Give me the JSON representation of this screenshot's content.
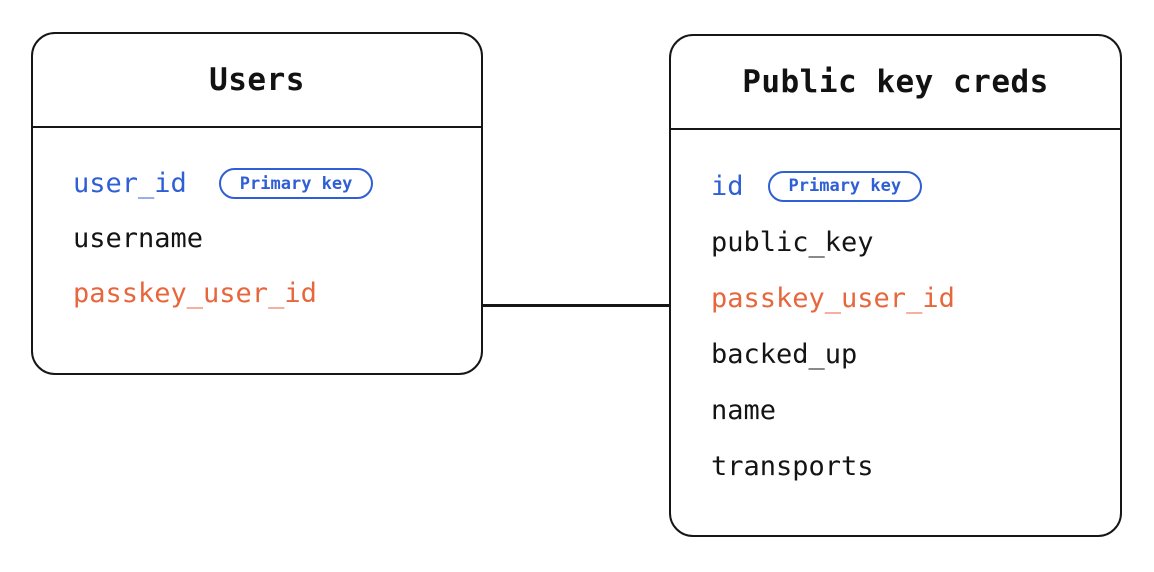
{
  "diagram": {
    "type": "entity-relationship-diagram",
    "background_color": "#ffffff",
    "colors": {
      "border": "#161616",
      "text": "#141414",
      "primary_key": "#2f5fd4",
      "foreign_key": "#e8663c"
    }
  },
  "entities": [
    {
      "id": "users",
      "title": "Users",
      "attributes": [
        {
          "name": "user_id",
          "badge": "Primary key",
          "role": "primary-key"
        },
        {
          "name": "username",
          "badge": null,
          "role": "plain"
        },
        {
          "name": "passkey_user_id",
          "badge": null,
          "role": "foreign-key"
        }
      ]
    },
    {
      "id": "public_key_creds",
      "title": "Public key creds",
      "attributes": [
        {
          "name": "id",
          "badge": "Primary key",
          "role": "primary-key"
        },
        {
          "name": "public_key",
          "badge": null,
          "role": "plain"
        },
        {
          "name": "passkey_user_id",
          "badge": null,
          "role": "foreign-key"
        },
        {
          "name": "backed_up",
          "badge": null,
          "role": "plain"
        },
        {
          "name": "name",
          "badge": null,
          "role": "plain"
        },
        {
          "name": "transports",
          "badge": null,
          "role": "plain"
        }
      ]
    }
  ],
  "relationships": [
    {
      "from_entity": "users",
      "from_attribute": "passkey_user_id",
      "to_entity": "public_key_creds",
      "to_attribute": "passkey_user_id",
      "style": "straight-line"
    }
  ]
}
